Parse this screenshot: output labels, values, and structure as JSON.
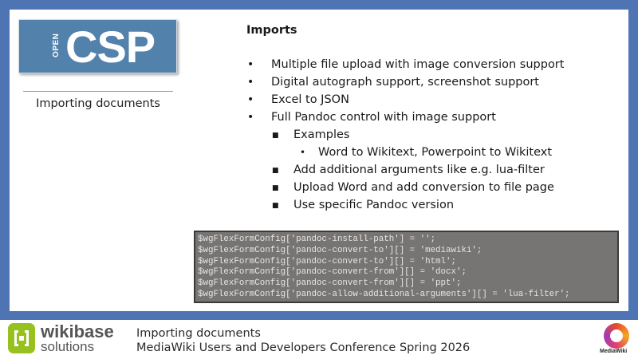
{
  "sidebar": {
    "logo": {
      "prefix": "OPEN",
      "name": "CSP"
    },
    "title": "Importing documents"
  },
  "content": {
    "heading": "Imports",
    "items": [
      {
        "level": 1,
        "bullet": "•",
        "text": "Multiple file upload with image conversion support"
      },
      {
        "level": 1,
        "bullet": "•",
        "text": "Digital autograph support, screenshot support"
      },
      {
        "level": 1,
        "bullet": "•",
        "text": "Excel to JSON"
      },
      {
        "level": 1,
        "bullet": "•",
        "text": "Full Pandoc control with image support"
      },
      {
        "level": 2,
        "bullet": "■",
        "text": "Examples"
      },
      {
        "level": 3,
        "bullet": "•",
        "text": "Word to Wikitext, Powerpoint to Wikitext"
      },
      {
        "level": 2,
        "bullet": "■",
        "text": "Add additional arguments like e.g. lua-filter"
      },
      {
        "level": 2,
        "bullet": "■",
        "text": "Upload Word and add conversion to file page"
      },
      {
        "level": 2,
        "bullet": "■",
        "text": "Use specific Pandoc version"
      }
    ],
    "code": [
      "$wgFlexFormConfig['pandoc-install-path'] = '';",
      "$wgFlexFormConfig['pandoc-convert-to'][] = 'mediawiki';",
      "$wgFlexFormConfig['pandoc-convert-to'][] = 'html';",
      "$wgFlexFormConfig['pandoc-convert-from'][] = 'docx';",
      "$wgFlexFormConfig['pandoc-convert-from'][] = 'ppt';",
      "$wgFlexFormConfig['pandoc-allow-additional-arguments'][] = 'lua-filter';"
    ]
  },
  "footer": {
    "brand": {
      "name": "wikibase",
      "sub": "solutions"
    },
    "line1": "Importing documents",
    "line2": "MediaWiki Users and Developers Conference Spring 2026",
    "mediawiki_label": "MediaWiki"
  },
  "colors": {
    "frame": "#4f74b4",
    "logo_bg": "#5281ac",
    "wikibase_green": "#97c11f",
    "code_bg": "#777573"
  }
}
